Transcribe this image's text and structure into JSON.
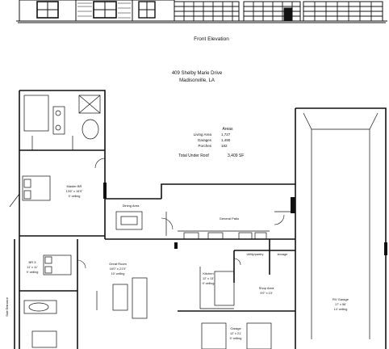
{
  "elevation": {
    "caption": "Front Elevation"
  },
  "project": {
    "address": "409 Shelby Marie Drive",
    "city": "Madisonville, LA"
  },
  "areas": {
    "header": "Areas",
    "rows": [
      {
        "label": "Living Area",
        "value": "1,727"
      },
      {
        "label": "Garages",
        "value": "1,490"
      },
      {
        "label": "Porches",
        "value": "182"
      }
    ],
    "total_label": "Total Under Roof",
    "total_value": "3,409 SF"
  },
  "rooms": {
    "master": {
      "name": "Master BR",
      "dims": "13'6\" x 15'0\"",
      "ceiling": "9' ceiling"
    },
    "dining": {
      "name": "Dining Area"
    },
    "great_room": {
      "name": "Great Room",
      "dims": "16'0\" x 21'0\"",
      "ceiling": "10' ceiling"
    },
    "kitchen": {
      "name": "Kitchen",
      "dims": "12' x 13'",
      "ceiling": "9' ceiling"
    },
    "shop": {
      "name": "Shop Area",
      "dims": "9'0\" x 13'"
    },
    "br3": {
      "name": "BR 3",
      "dims": "11' x 11'",
      "ceiling": "9' ceiling"
    },
    "garage": {
      "name": "Garage",
      "dims": "12' x 21'",
      "ceiling": "9' ceiling"
    },
    "rv_garage": {
      "name": "RV Garage",
      "dims": "17' x 56'",
      "ceiling": "14' ceiling"
    },
    "general_patio": {
      "name": "General Patio"
    },
    "utility": {
      "name": "Utility/pantry"
    },
    "storage": {
      "name": "storage"
    },
    "side_label": {
      "name": "Side Entrance"
    }
  },
  "colors": {
    "line": "#111111",
    "paper": "#ffffff"
  }
}
